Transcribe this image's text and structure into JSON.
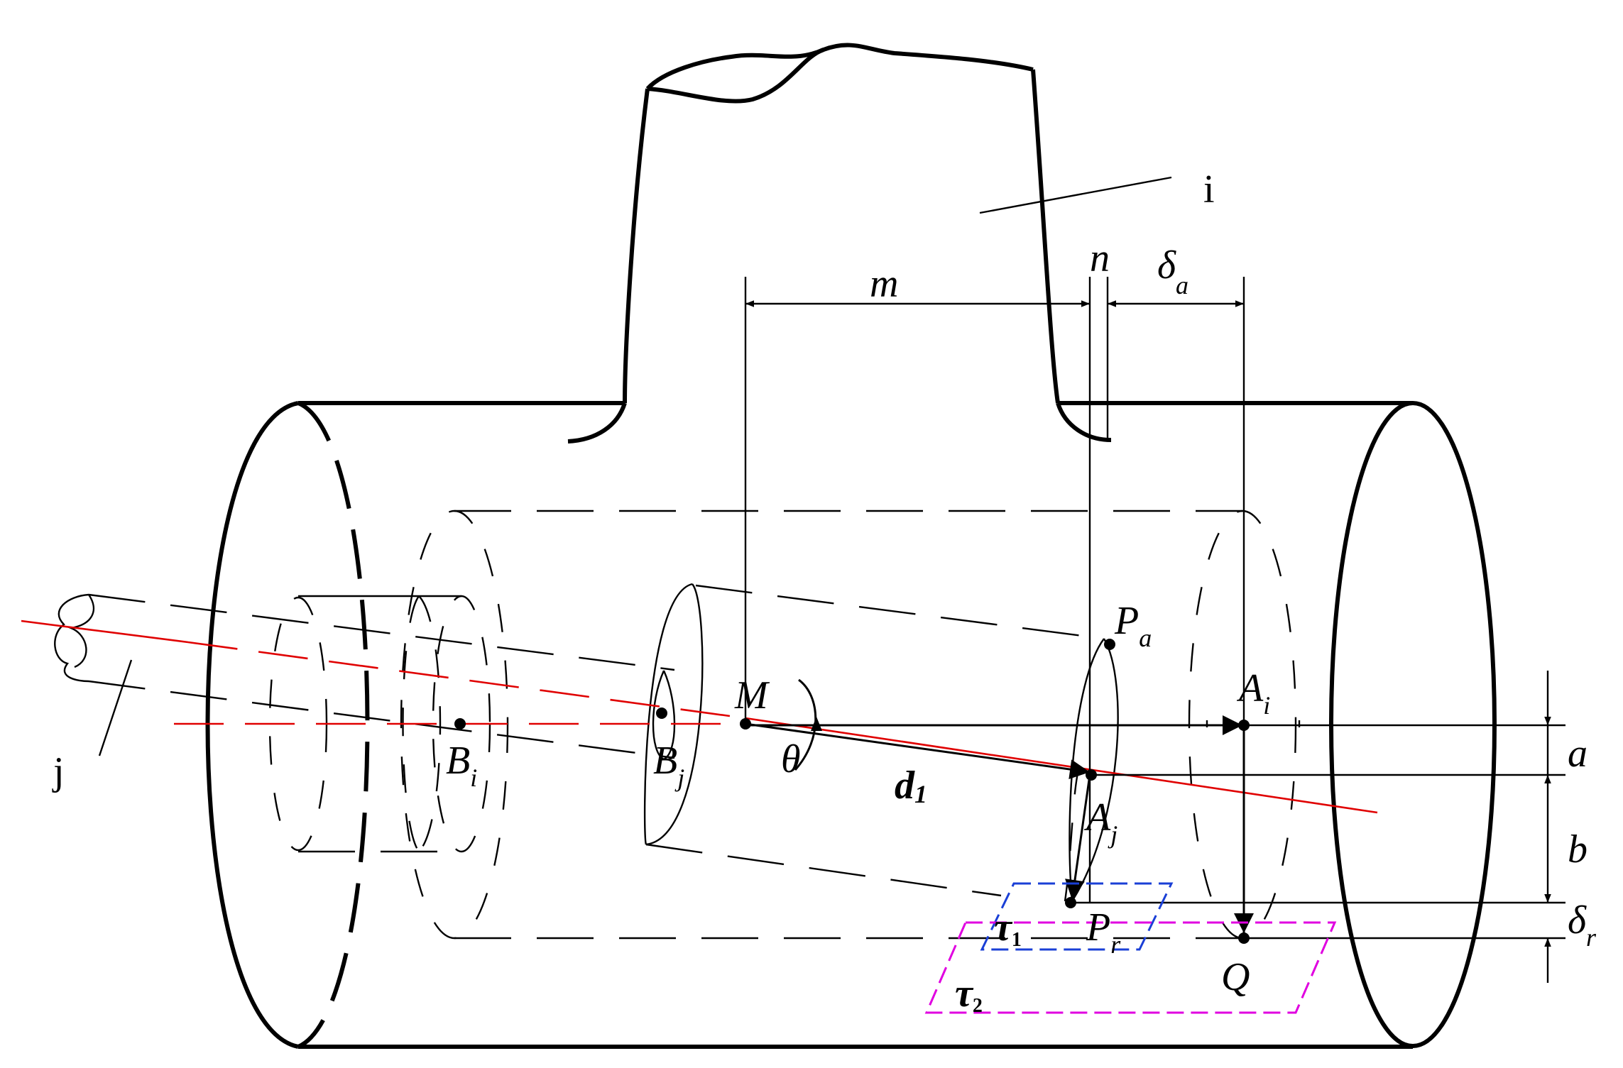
{
  "diagram": {
    "colors": {
      "line": "#000000",
      "axis": "#e00000",
      "tau1": "#1a3fd6",
      "tau2": "#e000e0"
    },
    "labels": {
      "i": "i",
      "j": "j",
      "m": "m",
      "n": "n",
      "delta_a": {
        "base": "δ",
        "sub": "a"
      },
      "Pa": {
        "base": "P",
        "sub": "a"
      },
      "Ai": {
        "base": "A",
        "sub": "i"
      },
      "Aj": {
        "base": "A",
        "sub": "j"
      },
      "Bi": {
        "base": "B",
        "sub": "i"
      },
      "Bj": {
        "base": "B",
        "sub": "j"
      },
      "Pr": {
        "base": "P",
        "sub": "r"
      },
      "M": "M",
      "theta": "θ",
      "d1": {
        "base": "d",
        "sub": "1"
      },
      "a": "a",
      "b": "b",
      "delta_r": {
        "base": "δ",
        "sub": "r"
      },
      "Q": "Q",
      "tau1": {
        "base": "τ",
        "sub": "1"
      },
      "tau2": {
        "base": "τ",
        "sub": "2"
      }
    }
  }
}
